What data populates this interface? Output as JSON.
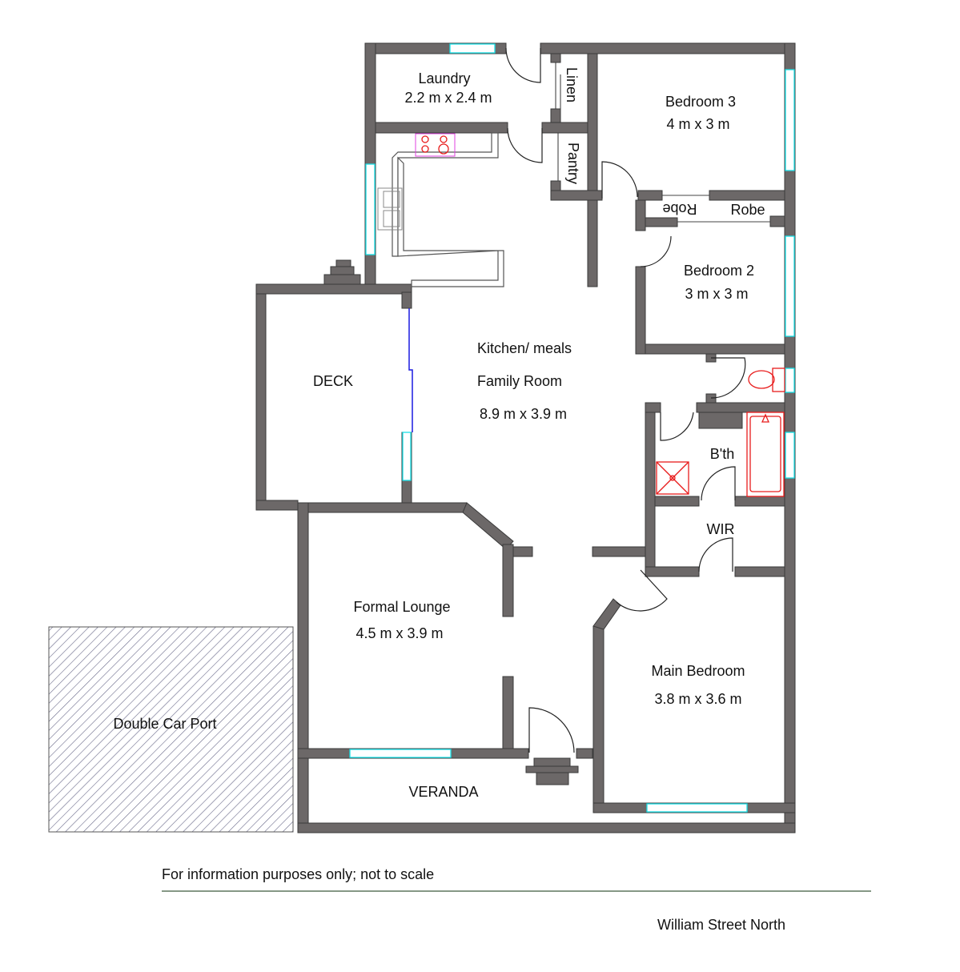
{
  "rooms": {
    "laundry": {
      "name": "Laundry",
      "size": "2.2 m x 2.4 m"
    },
    "linen": "Linen",
    "pantry": "Pantry",
    "bedroom3": {
      "name": "Bedroom 3",
      "size": "4 m x 3 m"
    },
    "robe1": "Robe",
    "robe2": "Robe",
    "bedroom2": {
      "name": "Bedroom 2",
      "size": "3 m x 3 m"
    },
    "kitchen": {
      "name": "Kitchen/ meals",
      "name2": "Family Room",
      "size": "8.9 m x 3.9 m"
    },
    "deck": "DECK",
    "bath": "B'th",
    "wir": "WIR",
    "lounge": {
      "name": "Formal Lounge",
      "size": "4.5 m x 3.9 m"
    },
    "main_bedroom": {
      "name": "Main Bedroom",
      "size": "3.8 m x 3.6 m"
    },
    "veranda": "VERANDA",
    "carport": "Double Car Port"
  },
  "footer": {
    "disclaimer": "For information purposes only; not to scale",
    "address": "William Street North"
  },
  "colors": {
    "wall": "#6c6868",
    "window": "#19e0e8",
    "fixture": "#e81c1c",
    "door_slide": "#1a1ae0"
  }
}
